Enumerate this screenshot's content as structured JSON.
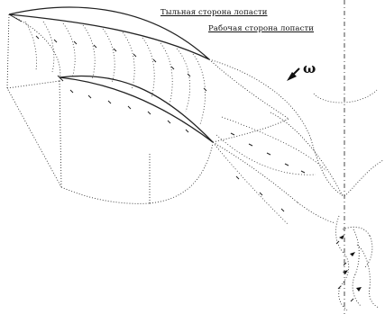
{
  "labels": {
    "suction_side": "Тыльная сторона лопасти",
    "pressure_side": "Рабочая сторона лопасти",
    "omega": "ω"
  },
  "colors": {
    "line": "#222222",
    "dots": "#333333",
    "background": "#ffffff"
  },
  "icons": {
    "rotation_arrow": "rotation-arrow-icon"
  }
}
